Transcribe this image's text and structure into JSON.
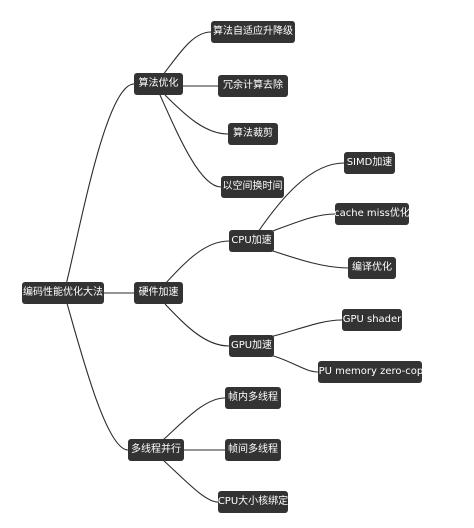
{
  "mindmap": {
    "root": "编码性能优化大法",
    "branches": [
      {
        "label": "算法优化",
        "children": [
          {
            "label": "算法自适应升降级"
          },
          {
            "label": "冗余计算去除"
          },
          {
            "label": "算法裁剪"
          },
          {
            "label": "以空间换时间"
          }
        ]
      },
      {
        "label": "硬件加速",
        "children": [
          {
            "label": "CPU加速",
            "children": [
              {
                "label": "SIMD加速"
              },
              {
                "label": "cache miss优化"
              },
              {
                "label": "编译优化"
              }
            ]
          },
          {
            "label": "GPU加速",
            "children": [
              {
                "label": "GPU shader"
              },
              {
                "label": "GPU memory zero-copy"
              }
            ]
          }
        ]
      },
      {
        "label": "多线程并行",
        "children": [
          {
            "label": "帧内多线程"
          },
          {
            "label": "帧间多线程"
          },
          {
            "label": "CPU大小核绑定"
          }
        ]
      }
    ]
  },
  "colors": {
    "node_fill": "#333333",
    "node_text": "#ffffff",
    "edge": "#2b2b2b",
    "background": "#ffffff"
  }
}
